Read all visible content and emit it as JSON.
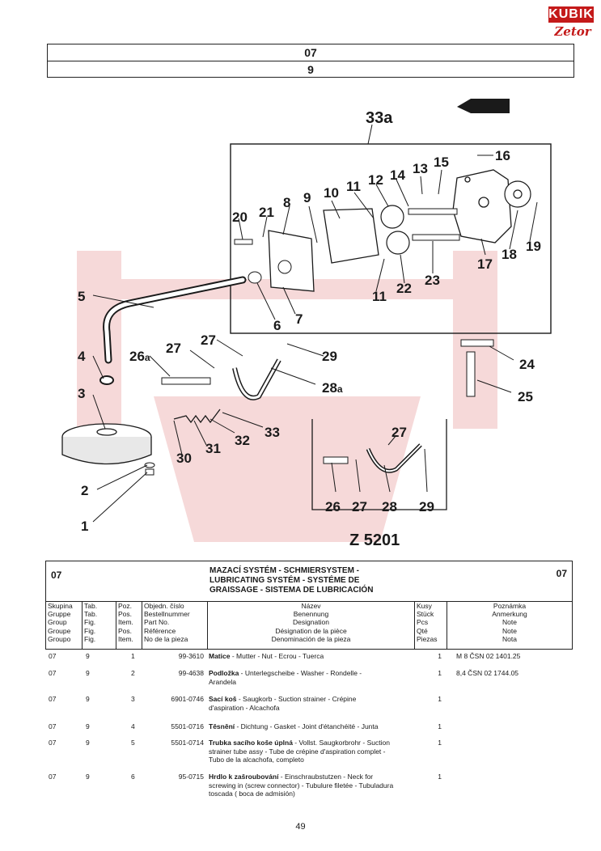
{
  "logo": {
    "brand_top": "KUBIK",
    "brand_bottom": "Zetor"
  },
  "header": {
    "group": "07",
    "table": "9"
  },
  "drawing": {
    "caption": "33a",
    "code": "Z 5201",
    "callouts": [
      "1",
      "2",
      "3",
      "4",
      "5",
      "6",
      "7",
      "8",
      "9",
      "10",
      "11",
      "11",
      "12",
      "13",
      "14",
      "15",
      "16",
      "17",
      "18",
      "19",
      "20",
      "21",
      "22",
      "23",
      "24",
      "25",
      "26a",
      "27",
      "28a",
      "29",
      "30",
      "31",
      "32",
      "33",
      "26",
      "27",
      "28",
      "29",
      "27"
    ]
  },
  "title_block": {
    "group_left": "07",
    "group_right": "07",
    "title_lines": [
      "MAZACÍ SYSTÉM - SCHMIERSYSTEM -",
      "LUBRICATING SYSTÉM - SYSTÉME DE",
      "GRAISSAGE - SISTEMA DE LUBRICACIÓN"
    ],
    "columns": {
      "group": [
        "Skupina",
        "Gruppe",
        "Group",
        "Groupe",
        "Groupo"
      ],
      "table": [
        "Tab.",
        "Tab.",
        "Fig.",
        "Fig.",
        "Fig."
      ],
      "position": [
        "Poz.",
        "Pos.",
        "Item.",
        "Pos.",
        "Item."
      ],
      "part_no": [
        "Objedn. číslo",
        "Bestellnummer",
        "Part No.",
        "Référence",
        "No de la pieza"
      ],
      "name": [
        "Název",
        "Benennung",
        "Designation",
        "Désignation de la pièce",
        "Denominación de la pieza"
      ],
      "qty": [
        "Kusy",
        "Stück",
        "Pcs",
        "Qté",
        "Piezas"
      ],
      "note": [
        "Poznámka",
        "Anmerkung",
        "Note",
        "Note",
        "Nota"
      ]
    }
  },
  "parts": [
    {
      "group": "07",
      "table": "9",
      "pos": "1",
      "part_no": "99-3610",
      "name_bold": "Matice",
      "name_rest": " - Mutter - Nut - Ecrou - Tuerca",
      "qty": "1",
      "note": "M 8 ČSN 02 1401.25"
    },
    {
      "group": "07",
      "table": "9",
      "pos": "2",
      "part_no": "99-4638",
      "name_bold": "Podložka",
      "name_rest": " - Unterlegscheibe - Washer - Rondelle - Arandela",
      "qty": "1",
      "note": "8,4 ČSN 02 1744.05"
    },
    {
      "group": "07",
      "table": "9",
      "pos": "3",
      "part_no": "6901-0746",
      "name_bold": "Sací koš",
      "name_rest": " - Saugkorb - Suction strainer - Crépine d'aspiration - Alcachofa",
      "qty": "1",
      "note": ""
    },
    {
      "group": "07",
      "table": "9",
      "pos": "4",
      "part_no": "5501-0716",
      "name_bold": "Těsnění",
      "name_rest": " - Dichtung - Gasket - Joint d'étanchéité - Junta",
      "qty": "1",
      "note": ""
    },
    {
      "group": "07",
      "table": "9",
      "pos": "5",
      "part_no": "5501-0714",
      "name_bold": "Trubka sacího koše úplná",
      "name_rest": " - Vollst. Saugkorbrohr - Suction strainer tube assy - Tube de crépine d'aspiration complet - Tubo de la alcachofa, completo",
      "qty": "1",
      "note": ""
    },
    {
      "group": "07",
      "table": "9",
      "pos": "6",
      "part_no": "95-0715",
      "name_bold": "Hrdlo k zašroubování",
      "name_rest": " - Einschraubstutzen - Neck for screwing in (screw connector) - Tubulure filetée - Tubuladura toscada ( boca de admisión)",
      "qty": "1",
      "note": ""
    }
  ],
  "page_number": "49",
  "colors": {
    "brand_red": "#c41a1a",
    "watermark": "#f6d9d9",
    "ink": "#1a1a1a"
  }
}
